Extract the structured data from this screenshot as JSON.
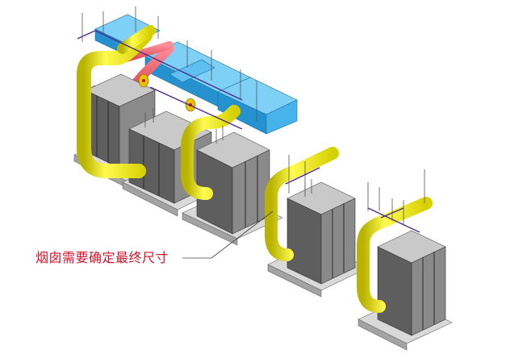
{
  "annotation": {
    "text": "烟囱需要确定最终尺寸",
    "color": "#d0142c"
  },
  "colors": {
    "flue_yellow": "#f2ee1a",
    "duct_blue": "#2aa6e6",
    "pipe_red": "#f06470",
    "boiler_front": "#6e6e6e",
    "boiler_side": "#8a8a8a",
    "boiler_top": "#c9c9c9",
    "base": "#b5b5b5",
    "pipe_purple": "#4b2a8c"
  },
  "units": [
    {
      "id": "unit-1"
    },
    {
      "id": "unit-2"
    },
    {
      "id": "unit-3"
    },
    {
      "id": "unit-4"
    },
    {
      "id": "unit-5"
    }
  ]
}
